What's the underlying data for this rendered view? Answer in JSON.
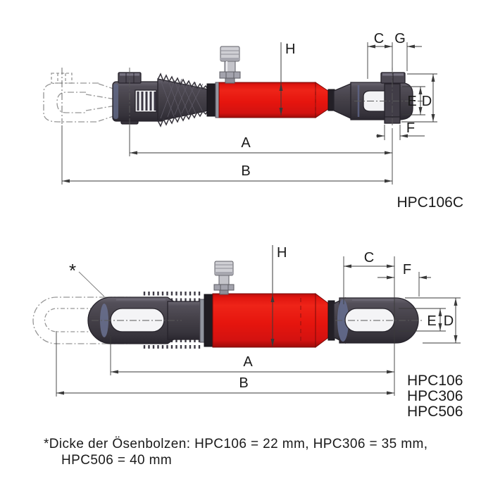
{
  "colors": {
    "cylinder_red": "#e6150e",
    "metal_dark": "#45414a",
    "accent_blue_gray": "#646b8d",
    "dimension_line": "#3a3a3a",
    "dashed_outline": "#969696",
    "text": "#1a1a1a",
    "background": "#ffffff"
  },
  "top_diagram": {
    "model_label": "HPC106C",
    "dim_labels": {
      "A": "A",
      "B": "B",
      "C": "C",
      "D": "D",
      "E": "E",
      "F": "F",
      "G": "G",
      "H": "H"
    }
  },
  "bottom_diagram": {
    "model_labels": [
      "HPC106",
      "HPC306",
      "HPC506"
    ],
    "dim_labels": {
      "A": "A",
      "B": "B",
      "C": "C",
      "D": "D",
      "E": "E",
      "F": "F",
      "H": "H"
    },
    "asterisk_marker": "*"
  },
  "footnote": {
    "line1": "*Dicke der Ösenbolzen: HPC106 = 22 mm, HPC306 = 35 mm,",
    "line2": "HPC506 = 40 mm"
  }
}
